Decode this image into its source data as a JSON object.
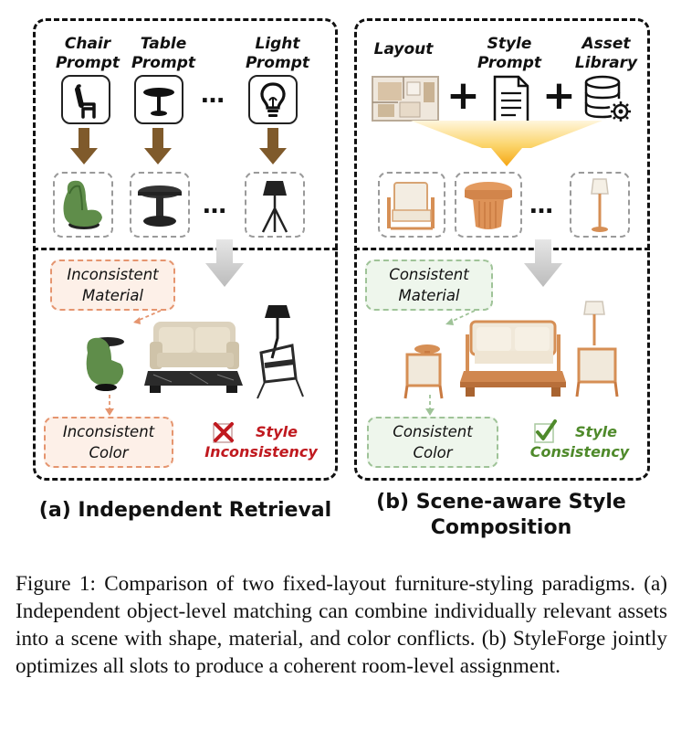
{
  "panel_a": {
    "prompts": [
      {
        "label": "Chair\nPrompt",
        "icon": "chair-icon"
      },
      {
        "label": "Table\nPrompt",
        "icon": "table-icon"
      },
      {
        "label": "Light\nPrompt",
        "icon": "lightbulb-icon"
      }
    ],
    "ellipsis": "…",
    "annotation_material": "Inconsistent\nMaterial",
    "annotation_color": "Inconsistent\nColor",
    "style_label": "Style\nInconsistency",
    "style_color": "#c0191f",
    "title": "(a) Independent Retrieval"
  },
  "panel_b": {
    "inputs": [
      {
        "label": "Layout",
        "icon": "floorplan-icon"
      },
      {
        "label": "Style\nPrompt",
        "icon": "document-icon"
      },
      {
        "label": "Asset\nLibrary",
        "icon": "database-gear-icon"
      }
    ],
    "plus": "+",
    "ellipsis": "…",
    "annotation_material": "Consistent\nMaterial",
    "annotation_color": "Consistent\nColor",
    "style_label": "Style\nConsistency",
    "style_color": "#4f8a2b",
    "title": "(b) Scene-aware Style\nComposition"
  },
  "caption": "Figure 1: Comparison of two fixed-layout furniture-styling paradigms. (a) Independent object-level matching can combine individually relevant assets into a scene with shape, material, and color conflicts. (b) StyleForge jointly optimizes all slots to produce a coherent room-level assignment.",
  "colors": {
    "arrow_brown": "#7f5a2b",
    "arrow_gray": "#c4c4c4",
    "funnel_orange": "#f5b120",
    "green_chair": "#5f8d4a",
    "wood": "#d9915b",
    "red_border": "#e5956f",
    "green_border": "#9fc398"
  }
}
